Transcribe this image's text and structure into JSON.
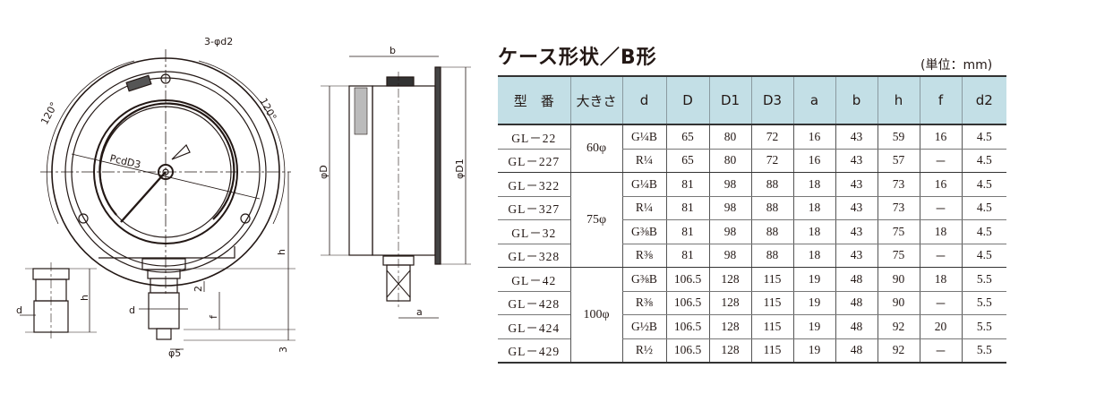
{
  "title": "ケース形状／B形",
  "unit": "(単位：mm)",
  "drawing_labels": {
    "holes": "3-φd2",
    "pcd": "PcdD3",
    "angle_left": "120°",
    "angle_right": "120°",
    "b": "b",
    "h_main": "h",
    "h_small": "h",
    "d_left": "d",
    "d_mid": "d",
    "two": "2",
    "f": "f",
    "three": "3",
    "phi5": "φ5",
    "a": "a",
    "phiD": "φD",
    "phiD1": "φD1"
  },
  "table": {
    "headers": [
      "型　番",
      "大きさ",
      "d",
      "D",
      "D1",
      "D3",
      "a",
      "b",
      "h",
      "f",
      "d2"
    ],
    "groups": [
      {
        "size": "60φ",
        "rows": [
          [
            "GL－22",
            "G¼B",
            "65",
            "80",
            "72",
            "16",
            "43",
            "59",
            "16",
            "4.5"
          ],
          [
            "GL－227",
            "R¼",
            "65",
            "80",
            "72",
            "16",
            "43",
            "57",
            "－",
            "4.5"
          ]
        ]
      },
      {
        "size": "75φ",
        "rows": [
          [
            "GL－322",
            "G¼B",
            "81",
            "98",
            "88",
            "18",
            "43",
            "73",
            "16",
            "4.5"
          ],
          [
            "GL－327",
            "R¼",
            "81",
            "98",
            "88",
            "18",
            "43",
            "73",
            "－",
            "4.5"
          ],
          [
            "GL－32",
            "G⅜B",
            "81",
            "98",
            "88",
            "18",
            "43",
            "75",
            "18",
            "4.5"
          ],
          [
            "GL－328",
            "R⅜",
            "81",
            "98",
            "88",
            "18",
            "43",
            "75",
            "－",
            "4.5"
          ]
        ]
      },
      {
        "size": "100φ",
        "rows": [
          [
            "GL－42",
            "G⅜B",
            "106.5",
            "128",
            "115",
            "19",
            "48",
            "90",
            "18",
            "5.5"
          ],
          [
            "GL－428",
            "R⅜",
            "106.5",
            "128",
            "115",
            "19",
            "48",
            "90",
            "－",
            "5.5"
          ],
          [
            "GL－424",
            "G½B",
            "106.5",
            "128",
            "115",
            "19",
            "48",
            "92",
            "20",
            "5.5"
          ],
          [
            "GL－429",
            "R½",
            "106.5",
            "128",
            "115",
            "19",
            "48",
            "92",
            "－",
            "5.5"
          ]
        ]
      }
    ]
  }
}
